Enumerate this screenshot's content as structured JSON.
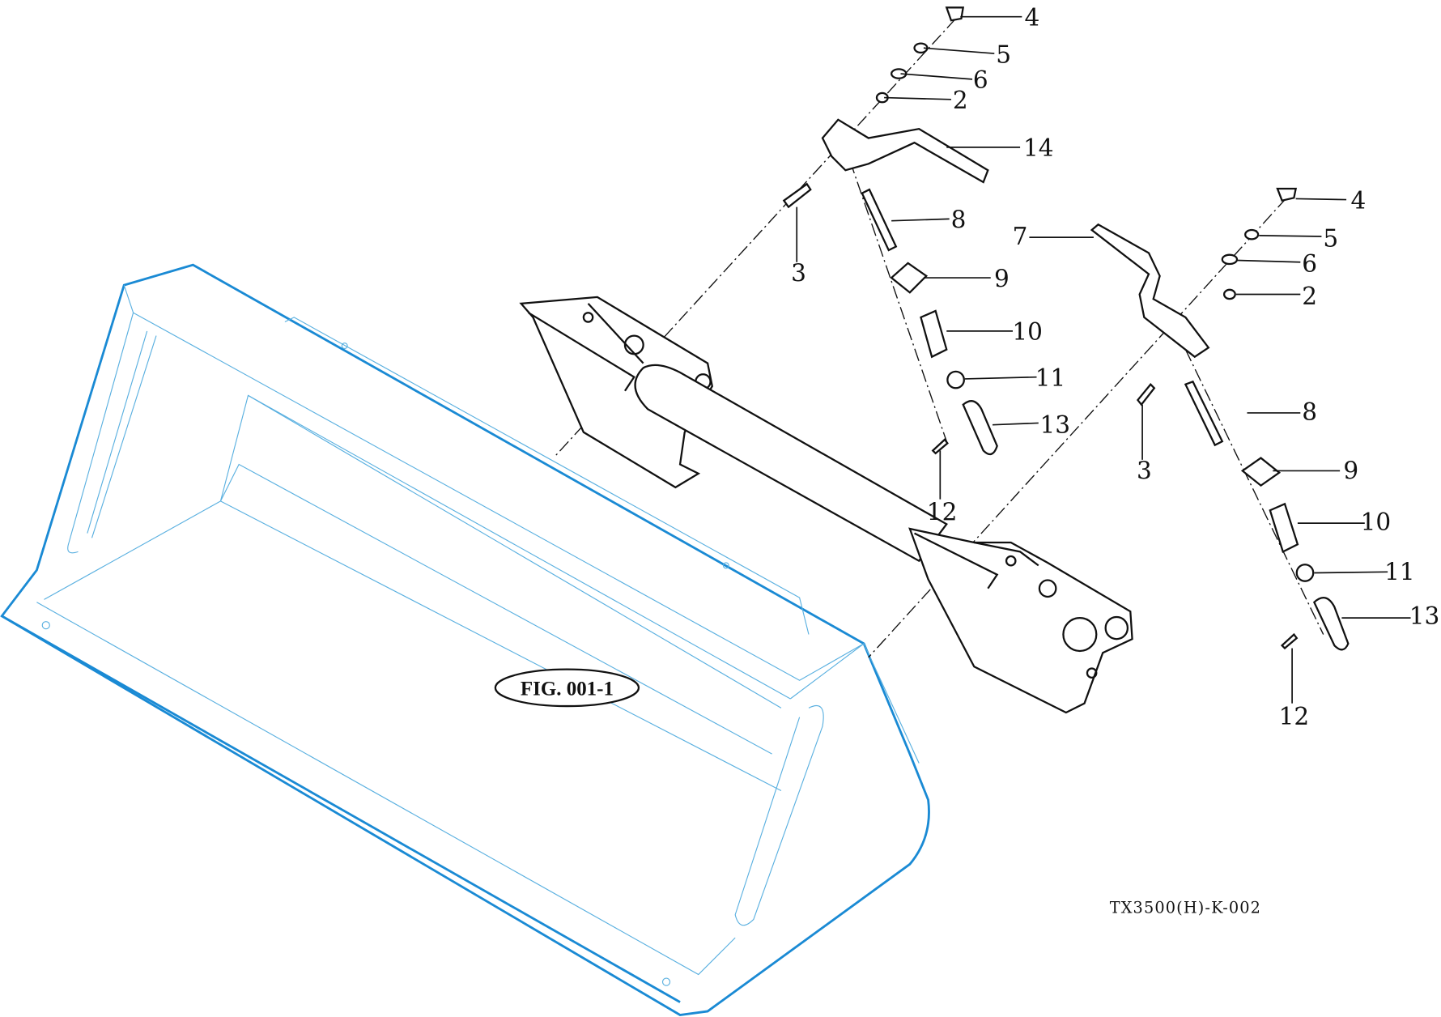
{
  "figure_label": "FIG. 001-1",
  "drawing_number": "TX3500(H)-K-002",
  "callouts_left": [
    "4",
    "5",
    "6",
    "2",
    "14",
    "8",
    "3",
    "9",
    "10",
    "11",
    "13",
    "12"
  ],
  "callouts_right": [
    "4",
    "5",
    "6",
    "2",
    "7",
    "8",
    "3",
    "9",
    "10",
    "11",
    "13",
    "12"
  ],
  "colors": {
    "bucket": "#1a8ad4",
    "parts": "#111111"
  }
}
